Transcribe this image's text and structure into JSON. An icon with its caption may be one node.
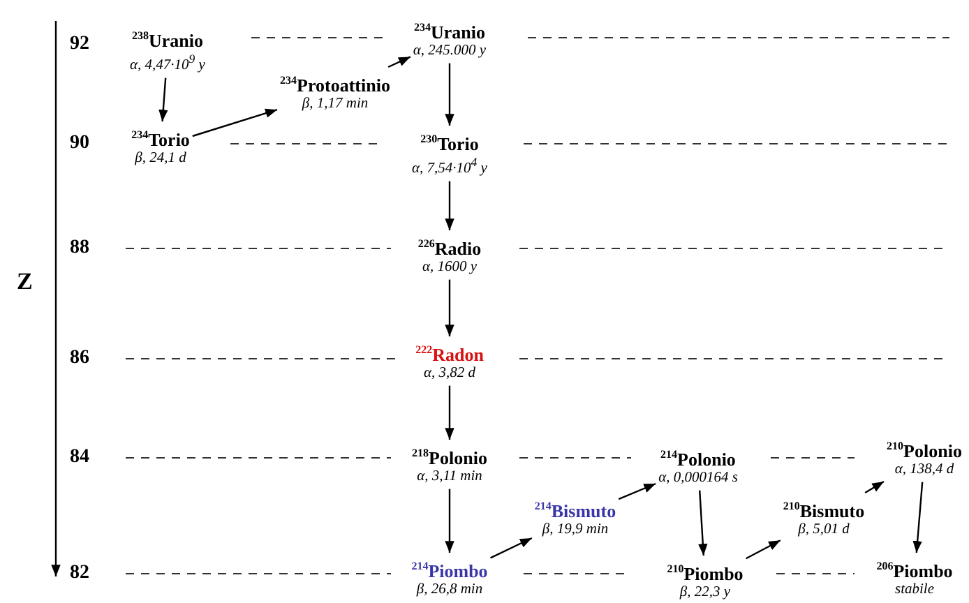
{
  "diagram": {
    "nodes": [
      {
        "text": [
          "$^{238}$Uranio",
          "α, 4,47·10$^{9}$ y"
        ]
      },
      {
        "text": [
          "$^{234}$Torio",
          "β, 24,1 d"
        ]
      },
      {
        "text": [
          "$^{234}$Protoattinio",
          "β, 1,17 min"
        ]
      },
      {
        "text": [
          "$^{234}$Uranio",
          "α, 245.000 y"
        ]
      },
      {
        "text": [
          "$^{230}$Torio",
          "α, 7,54·10$^{4}$ y"
        ]
      },
      {
        "text": [
          "$^{226}$Radio",
          "α, 1600 y"
        ]
      },
      {
        "text": [
          "$^{222}$Radon",
          "α, 3,82 d"
        ]
      },
      {
        "text": [
          "$^{218}$Polonio",
          "α, 3,11 min"
        ]
      },
      {
        "text": [
          "$^{214}$Piombo",
          "β, 26,8 min"
        ]
      },
      {
        "text": [
          "$^{214}$Bismuto",
          "β, 19,9 min"
        ]
      },
      {
        "text": [
          "$^{214}$Polonio",
          "α, 0,000164 s"
        ]
      },
      {
        "text": [
          "$^{210}$Piombo",
          "β, 22,3 y"
        ]
      },
      {
        "text": [
          "$^{210}$Bismuto",
          "β, 5,01 d"
        ]
      },
      {
        "text": [
          "$^{210}$Polonio",
          "α, 138,4 d"
        ]
      },
      {
        "text": [
          "$^{206}$Piombo",
          "stabile"
        ]
      }
    ],
    "edges": [
      {
        "from": 0,
        "to": 1,
        "arrow": "to"
      },
      {
        "from": 1,
        "to": 2,
        "arrow": "to"
      },
      {
        "from": 2,
        "to": 3,
        "arrow": "to"
      },
      {
        "from": 3,
        "to": 4,
        "arrow": "to"
      },
      {
        "from": 4,
        "to": 5,
        "arrow": "to"
      },
      {
        "from": 5,
        "to": 6,
        "arrow": "to"
      },
      {
        "from": 6,
        "to": 7,
        "arrow": "to"
      },
      {
        "from": 7,
        "to": 8,
        "arrow": "to"
      },
      {
        "from": 8,
        "to": 9,
        "arrow": "to"
      },
      {
        "from": 9,
        "to": 10,
        "arrow": "to"
      },
      {
        "from": 10,
        "to": 11,
        "arrow": "to"
      },
      {
        "from": 11,
        "to": 12,
        "arrow": "to"
      },
      {
        "from": 12,
        "to": 13,
        "arrow": "to"
      },
      {
        "from": 13,
        "to": 14,
        "arrow": "to"
      }
    ],
    "labels": [
      "92",
      "90",
      "88",
      "Z",
      "86",
      "84",
      "82"
    ]
  }
}
